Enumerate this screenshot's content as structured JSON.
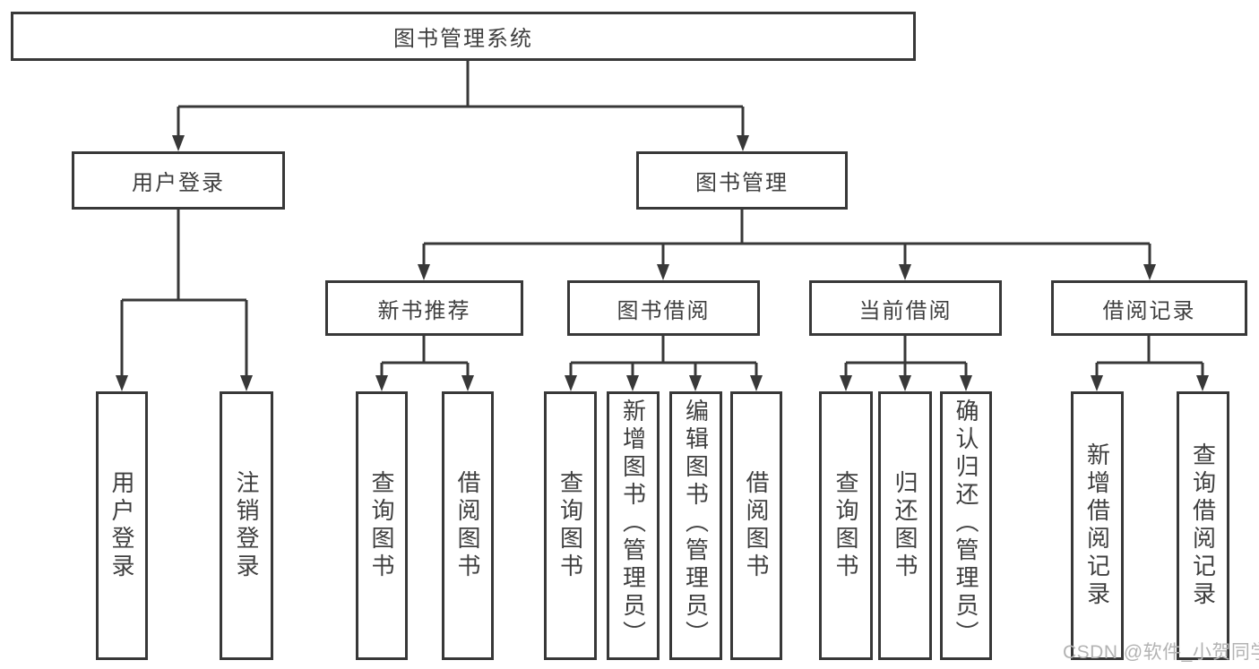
{
  "diagram": {
    "title_node": {
      "label": "图书管理系统"
    },
    "level2": [
      {
        "label": "用户登录"
      },
      {
        "label": "图书管理"
      }
    ],
    "level3": [
      {
        "label": "新书推荐"
      },
      {
        "label": "图书借阅"
      },
      {
        "label": "当前借阅"
      },
      {
        "label": "借阅记录"
      }
    ],
    "leaves": {
      "login": [
        {
          "label": "用户登录"
        },
        {
          "label": "注销登录"
        }
      ],
      "recommend": [
        {
          "label": "查询图书"
        },
        {
          "label": "借阅图书"
        }
      ],
      "borrow": [
        {
          "label": "查询图书"
        },
        {
          "label": "新增图书（管理员）"
        },
        {
          "label": "编辑图书（管理员）"
        },
        {
          "label": "借阅图书"
        }
      ],
      "current": [
        {
          "label": "查询图书"
        },
        {
          "label": "归还图书"
        },
        {
          "label": "确认归还（管理员）"
        }
      ],
      "records": [
        {
          "label": "新增借阅记录"
        },
        {
          "label": "查询借阅记录"
        }
      ]
    }
  },
  "watermark": "CSDN @软件_小贺同学",
  "colors": {
    "line": "#383838",
    "text": "#3f3f3f",
    "watermark_text": "#b3b3b3",
    "background": "#ffffff"
  }
}
